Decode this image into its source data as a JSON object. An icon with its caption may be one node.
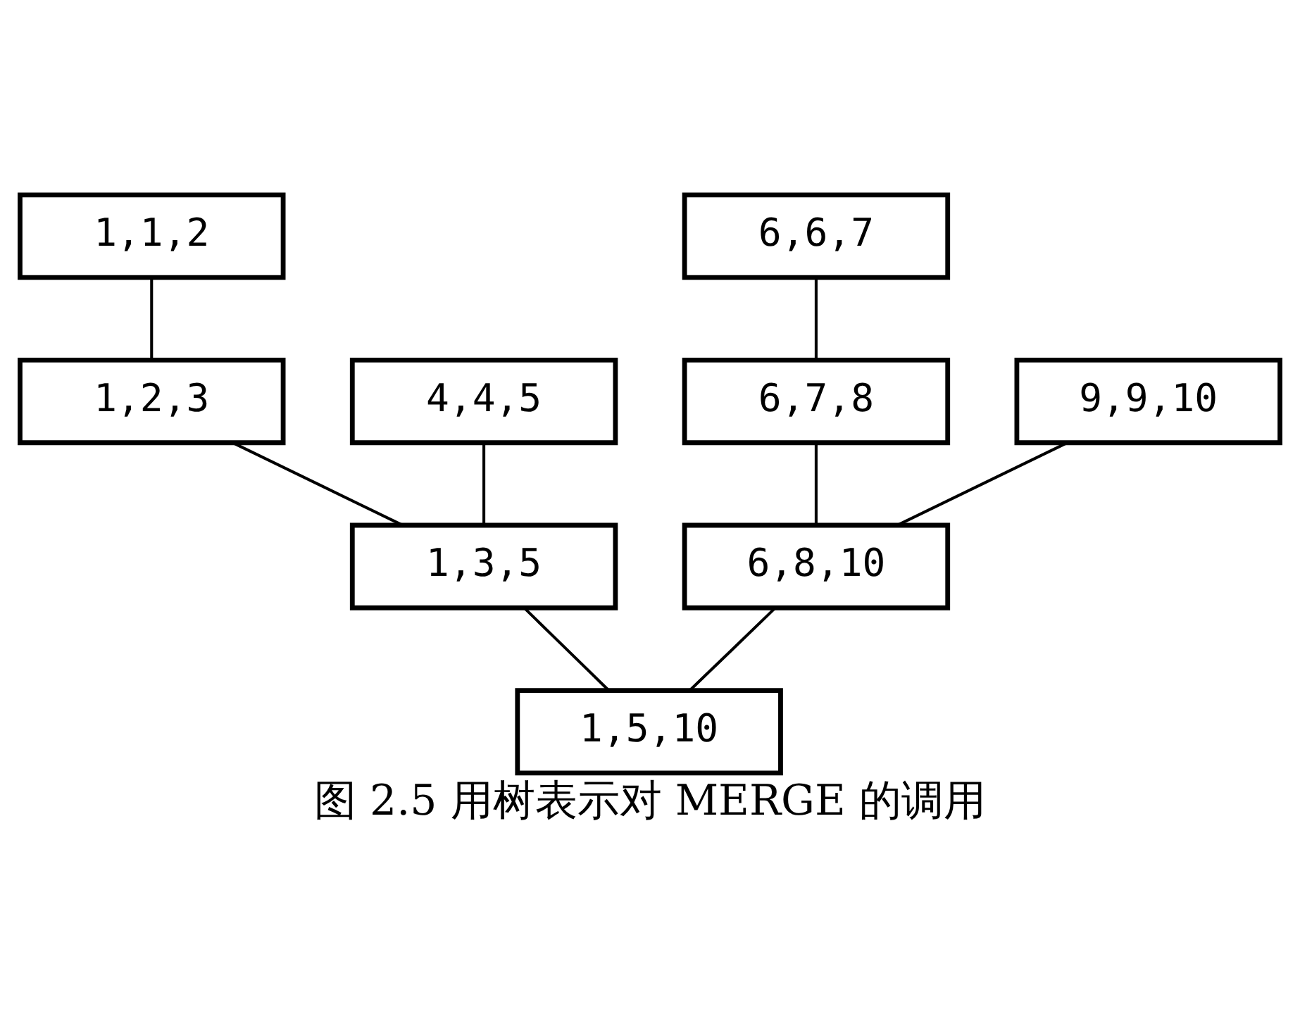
{
  "diagram": {
    "caption": "图 2.5 用树表示对 MERGE 的调用",
    "nodes": [
      {
        "text": [
          "1,1,2"
        ]
      },
      {
        "text": [
          "6,6,7"
        ]
      },
      {
        "text": [
          "1,2,3"
        ]
      },
      {
        "text": [
          "4,4,5"
        ]
      },
      {
        "text": [
          "6,7,8"
        ]
      },
      {
        "text": [
          "9,9,10"
        ]
      },
      {
        "text": [
          "1,3,5"
        ]
      },
      {
        "text": [
          "6,8,10"
        ]
      },
      {
        "text": [
          "1,5,10"
        ]
      }
    ],
    "edges": [
      {
        "from": 8,
        "to": 6,
        "arrow": "none"
      },
      {
        "from": 8,
        "to": 7,
        "arrow": "none"
      },
      {
        "from": 6,
        "to": 2,
        "arrow": "none"
      },
      {
        "from": 6,
        "to": 3,
        "arrow": "none"
      },
      {
        "from": 7,
        "to": 4,
        "arrow": "none"
      },
      {
        "from": 7,
        "to": 5,
        "arrow": "none"
      },
      {
        "from": 2,
        "to": 0,
        "arrow": "none"
      },
      {
        "from": 4,
        "to": 1,
        "arrow": "none"
      }
    ]
  }
}
